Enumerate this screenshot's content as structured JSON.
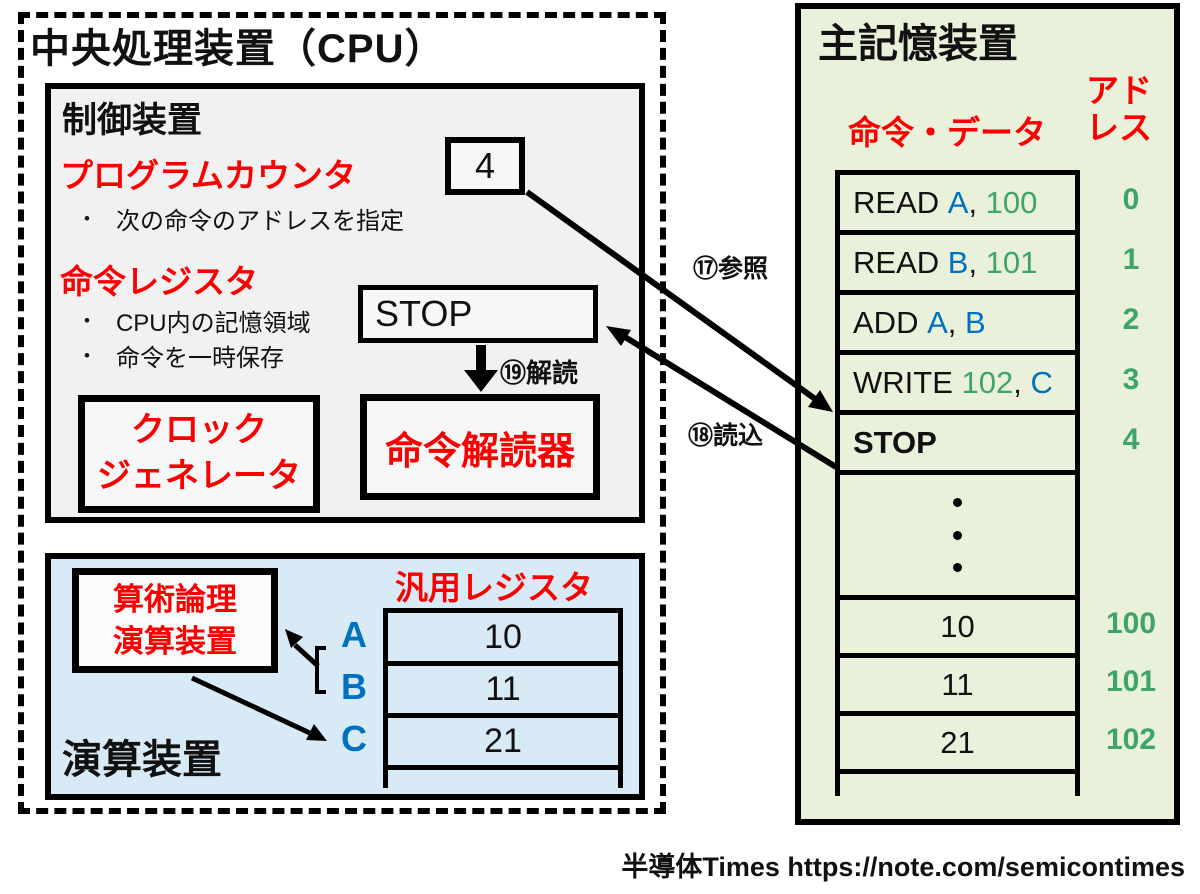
{
  "bullet_char": "•",
  "colors": {
    "red": "#fa0000",
    "blue": "#0070c0",
    "green": "#3ea468",
    "ink": "#111111",
    "memory_bg": "#e9f1da",
    "control_bg": "#f1f1f1",
    "alu_bg": "#d9eaf7"
  },
  "cpu": {
    "title": "中央処理装置（CPU）",
    "control_unit": {
      "title": "制御装置",
      "program_counter_label": "プログラムカウンタ",
      "program_counter_bullets": [
        "次の命令のアドレスを指定"
      ],
      "program_counter_value": "4",
      "instruction_register_label": "命令レジスタ",
      "instruction_register_bullets": [
        "CPU内の記憶領域",
        "命令を一時保存"
      ],
      "instruction_register_value": "STOP",
      "clock_generator_lines": [
        "クロック",
        "ジェネレータ"
      ],
      "decoder_label": "命令解読器",
      "decode_arrow_label": "⑲解読"
    },
    "arithmetic_unit": {
      "title": "演算装置",
      "alu_lines": [
        "算術論理",
        "演算装置"
      ],
      "register_file_label": "汎用レジスタ",
      "registers": [
        {
          "name": "A",
          "value": "10"
        },
        {
          "name": "B",
          "value": "11"
        },
        {
          "name": "C",
          "value": "21"
        }
      ]
    }
  },
  "memory": {
    "title": "主記憶装置",
    "column_instruction_data": "命令・データ",
    "column_address_lines": [
      "アド",
      "レス"
    ],
    "rows": [
      {
        "segments": [
          [
            "READ ",
            "ink"
          ],
          [
            "A",
            "blue"
          ],
          [
            ", ",
            "ink"
          ],
          [
            "100",
            "green"
          ]
        ],
        "address": "0"
      },
      {
        "segments": [
          [
            "READ ",
            "ink"
          ],
          [
            "B",
            "blue"
          ],
          [
            ", ",
            "ink"
          ],
          [
            "101",
            "green"
          ]
        ],
        "address": "1"
      },
      {
        "segments": [
          [
            "ADD ",
            "ink"
          ],
          [
            "A",
            "blue"
          ],
          [
            ", ",
            "ink"
          ],
          [
            "B",
            "blue"
          ]
        ],
        "address": "2"
      },
      {
        "segments": [
          [
            "WRITE ",
            "ink"
          ],
          [
            "102",
            "green"
          ],
          [
            ", ",
            "ink"
          ],
          [
            "C",
            "blue"
          ]
        ],
        "address": "3"
      },
      {
        "segments": [
          [
            "STOP",
            "ink"
          ]
        ],
        "address": "4",
        "bold": true
      },
      {
        "ellipsis": true,
        "address": ""
      },
      {
        "segments": [
          [
            "10",
            "ink"
          ]
        ],
        "address": "100",
        "center": true
      },
      {
        "segments": [
          [
            "11",
            "ink"
          ]
        ],
        "address": "101",
        "center": true
      },
      {
        "segments": [
          [
            "21",
            "ink"
          ]
        ],
        "address": "102",
        "center": true
      }
    ]
  },
  "gap_arrows": {
    "refer_label": "⑰参照",
    "load_label": "⑱読込"
  },
  "footer": {
    "credit": "半導体Times https://note.com/semicontimes"
  }
}
